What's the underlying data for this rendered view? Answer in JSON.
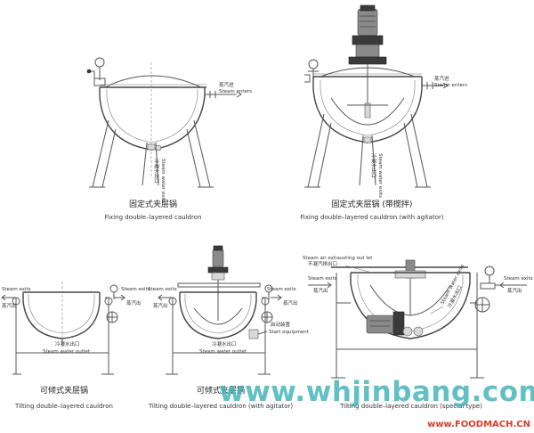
{
  "figures": [
    {
      "caption_cn": "固定式夹层锅",
      "caption_en": "Fixing double–layered cauldron"
    },
    {
      "caption_cn": "固定式夹层锅 (带搅拌)",
      "caption_en": "Fixing double–layered cauldron (with agitator)"
    },
    {
      "caption_cn": "可倾式夹层锅",
      "caption_en": "Tilting double–layered cauldron"
    },
    {
      "caption_cn": "可倾式夹层锅",
      "caption_en": "Tilting double–layered cauldron (with agitator)"
    },
    {
      "caption_cn": "",
      "caption_en": "Tilting double–layered cauldron (special type)"
    }
  ],
  "labels": {
    "steam_enters_cn": "蒸汽进",
    "steam_enters_en": "Steam enters",
    "steam_exits_cn": "蒸汽出",
    "steam_exits_en": "Steam exits",
    "steam_water_exits_en": "Steam water exits",
    "steam_water_exits_cn": "冷凝水出口",
    "steam_water_outlet_cn": "冷凝水出口",
    "steam_water_outlet_en": "Steam water outlet",
    "start_equipment_cn": "启动装置",
    "start_equipment_en": "Start equipment",
    "steam_air_exhausting_en": "Steam air exhausting out let",
    "steam_air_exhausting_cn": "不凝汽排出口"
  },
  "watermarks": {
    "site": "www.whjinbang.com",
    "foodmach": "www.FOODMACH.CN"
  },
  "colors": {
    "watermark": "#3fb3b6",
    "foodmach": "#e03b2c",
    "line": "#555555"
  }
}
